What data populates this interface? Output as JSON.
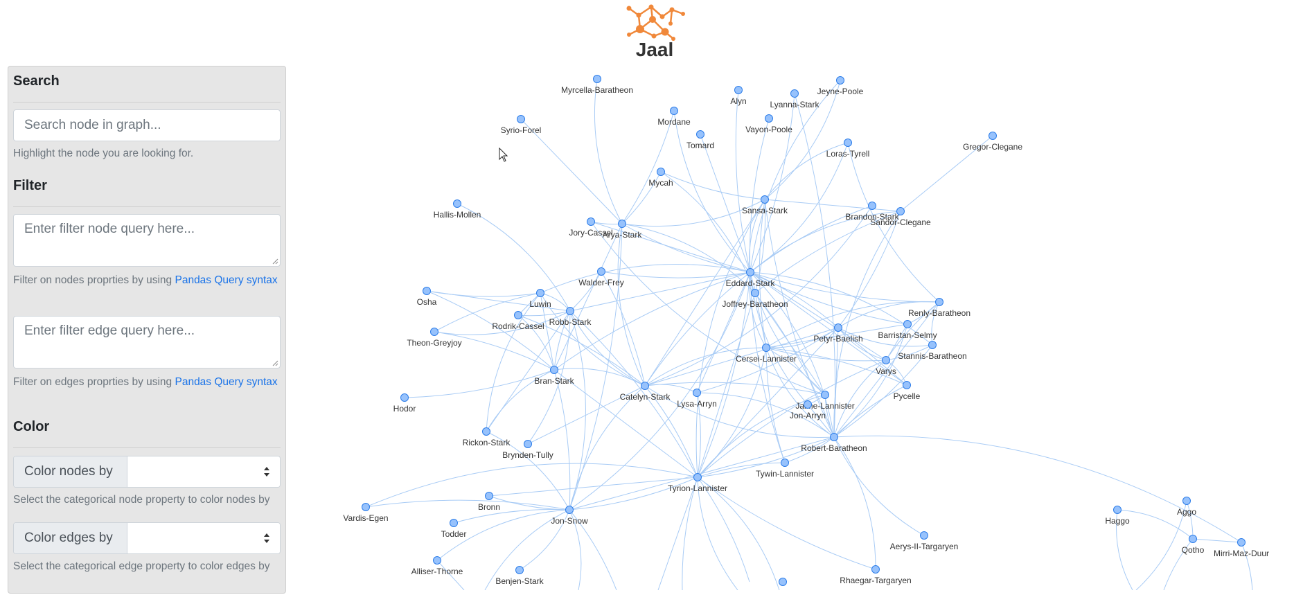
{
  "app": {
    "title": "Jaal"
  },
  "sidebar": {
    "search": {
      "title": "Search",
      "placeholder": "Search node in graph...",
      "help": "Highlight the node you are looking for."
    },
    "filter": {
      "title": "Filter",
      "node_placeholder": "Enter filter node query here...",
      "node_help_prefix": "Filter on nodes proprties by using ",
      "node_help_link": "Pandas Query syntax",
      "edge_placeholder": "Enter filter edge query here...",
      "edge_help_prefix": "Filter on edges proprties by using ",
      "edge_help_link": "Pandas Query syntax"
    },
    "color": {
      "title": "Color",
      "nodes_label": "Color nodes by",
      "nodes_value": "",
      "nodes_help": "Select the categorical node property to color nodes by",
      "edges_label": "Color edges by",
      "edges_value": "",
      "edges_help": "Select the categorical edge property to color edges by"
    }
  },
  "graph": {
    "node_color": "#97c2fc",
    "node_border": "#2b7ce9",
    "edge_color": "#a8cbf5",
    "nodes": [
      {
        "id": "Myrcella-Baratheon"
      },
      {
        "id": "Alyn"
      },
      {
        "id": "Jeyne-Poole"
      },
      {
        "id": "Lyanna-Stark"
      },
      {
        "id": "Mordane"
      },
      {
        "id": "Syrio-Forel"
      },
      {
        "id": "Vayon-Poole"
      },
      {
        "id": "Tomard"
      },
      {
        "id": "Loras-Tyrell"
      },
      {
        "id": "Gregor-Clegane"
      },
      {
        "id": "Mycah"
      },
      {
        "id": "Sansa-Stark"
      },
      {
        "id": "Hallis-Mollen"
      },
      {
        "id": "Brandon-Stark"
      },
      {
        "id": "Sandor-Clegane"
      },
      {
        "id": "Jory-Cassel"
      },
      {
        "id": "Arya-Stark"
      },
      {
        "id": "Walder-Frey"
      },
      {
        "id": "Eddard-Stark"
      },
      {
        "id": "Joffrey-Baratheon"
      },
      {
        "id": "Osha"
      },
      {
        "id": "Luwin"
      },
      {
        "id": "Rodrik-Cassel"
      },
      {
        "id": "Robb-Stark"
      },
      {
        "id": "Renly-Baratheon"
      },
      {
        "id": "Theon-Greyjoy"
      },
      {
        "id": "Petyr-Baelish"
      },
      {
        "id": "Barristan-Selmy"
      },
      {
        "id": "Stannis-Baratheon"
      },
      {
        "id": "Cersei-Lannister"
      },
      {
        "id": "Varys"
      },
      {
        "id": "Bran-Stark"
      },
      {
        "id": "Catelyn-Stark"
      },
      {
        "id": "Lysa-Arryn"
      },
      {
        "id": "Pycelle"
      },
      {
        "id": "Jaime-Lannister"
      },
      {
        "id": "Jon-Arryn"
      },
      {
        "id": "Hodor"
      },
      {
        "id": "Rickon-Stark"
      },
      {
        "id": "Robert-Baratheon"
      },
      {
        "id": "Brynden-Tully"
      },
      {
        "id": "Tywin-Lannister"
      },
      {
        "id": "Tyrion-Lannister"
      },
      {
        "id": "Vardis-Egen"
      },
      {
        "id": "Bronn"
      },
      {
        "id": "Jon-Snow"
      },
      {
        "id": "Todder"
      },
      {
        "id": "Aerys-II-Targaryen"
      },
      {
        "id": "Haggo"
      },
      {
        "id": "Aggo"
      },
      {
        "id": "Qotho"
      },
      {
        "id": "Mirri-Maz-Duur"
      },
      {
        "id": "Alliser-Thorne"
      },
      {
        "id": "Benjen-Stark"
      },
      {
        "id": "Rhaegar-Targaryen"
      }
    ]
  }
}
